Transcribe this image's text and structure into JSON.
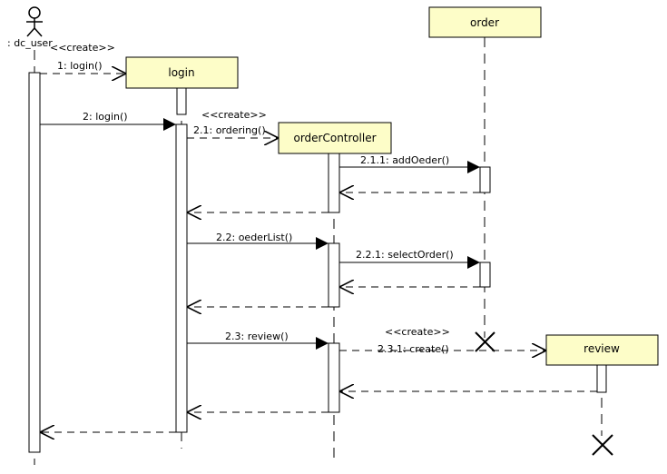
{
  "actor": {
    "label": ": dc_user"
  },
  "objects": {
    "login": "login",
    "order": "order",
    "orderController": "orderController",
    "review": "review"
  },
  "messages": {
    "m1": "1: login()",
    "m2": "2: login()",
    "m21": "2.1: ordering()",
    "m211": "2.1.1: addOeder()",
    "m22": "2.2: oederList()",
    "m221": "2.2.1: selectOrder()",
    "m23": "2.3: review()",
    "m231": "2.3.1: create()"
  },
  "stereotypes": {
    "create_login": "<<create>>",
    "create_controller": "<<create>>",
    "create_review": "<<create>>"
  }
}
